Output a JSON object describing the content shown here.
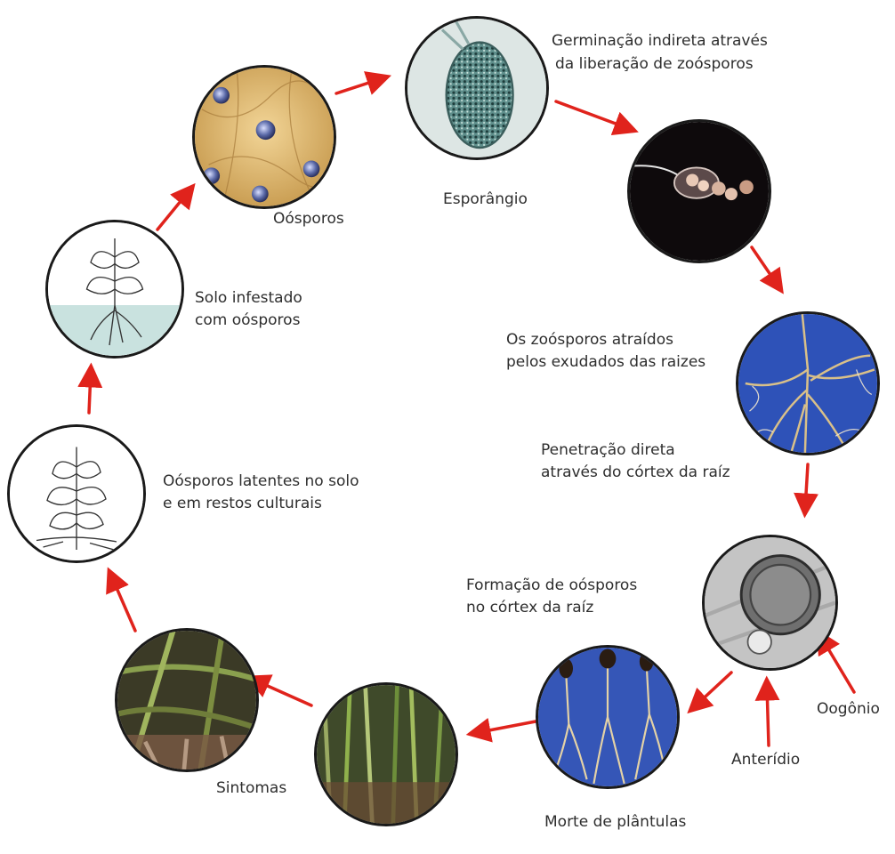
{
  "diagram": {
    "labels": {
      "oosporos": "Oósporos",
      "esporangio": "Esporângio",
      "germinacao_1": "Germinação indireta através",
      "germinacao_2": "da liberação de zoósporos",
      "solo_1": "Solo infestado",
      "solo_2": "com oósporos",
      "zoosporos_1": "Os zoósporos  atraídos",
      "zoosporos_2": "pelos exudados das raizes",
      "penetracao_1": "Penetração direta",
      "penetracao_2": "através do córtex da raíz",
      "latentes_1": "Oósporos  latentes no solo",
      "latentes_2": "e em restos culturais",
      "formacao_1": "Formação de oósporos",
      "formacao_2": "no córtex da raíz",
      "oogonio": "Oogônio",
      "anteridio": "Anterídio",
      "sintomas": "Sintomas",
      "morte": "Morte de plântulas"
    },
    "colors": {
      "arrow": "#e0231c",
      "outline": "#1a1a1a",
      "text": "#2e2e2e"
    }
  }
}
